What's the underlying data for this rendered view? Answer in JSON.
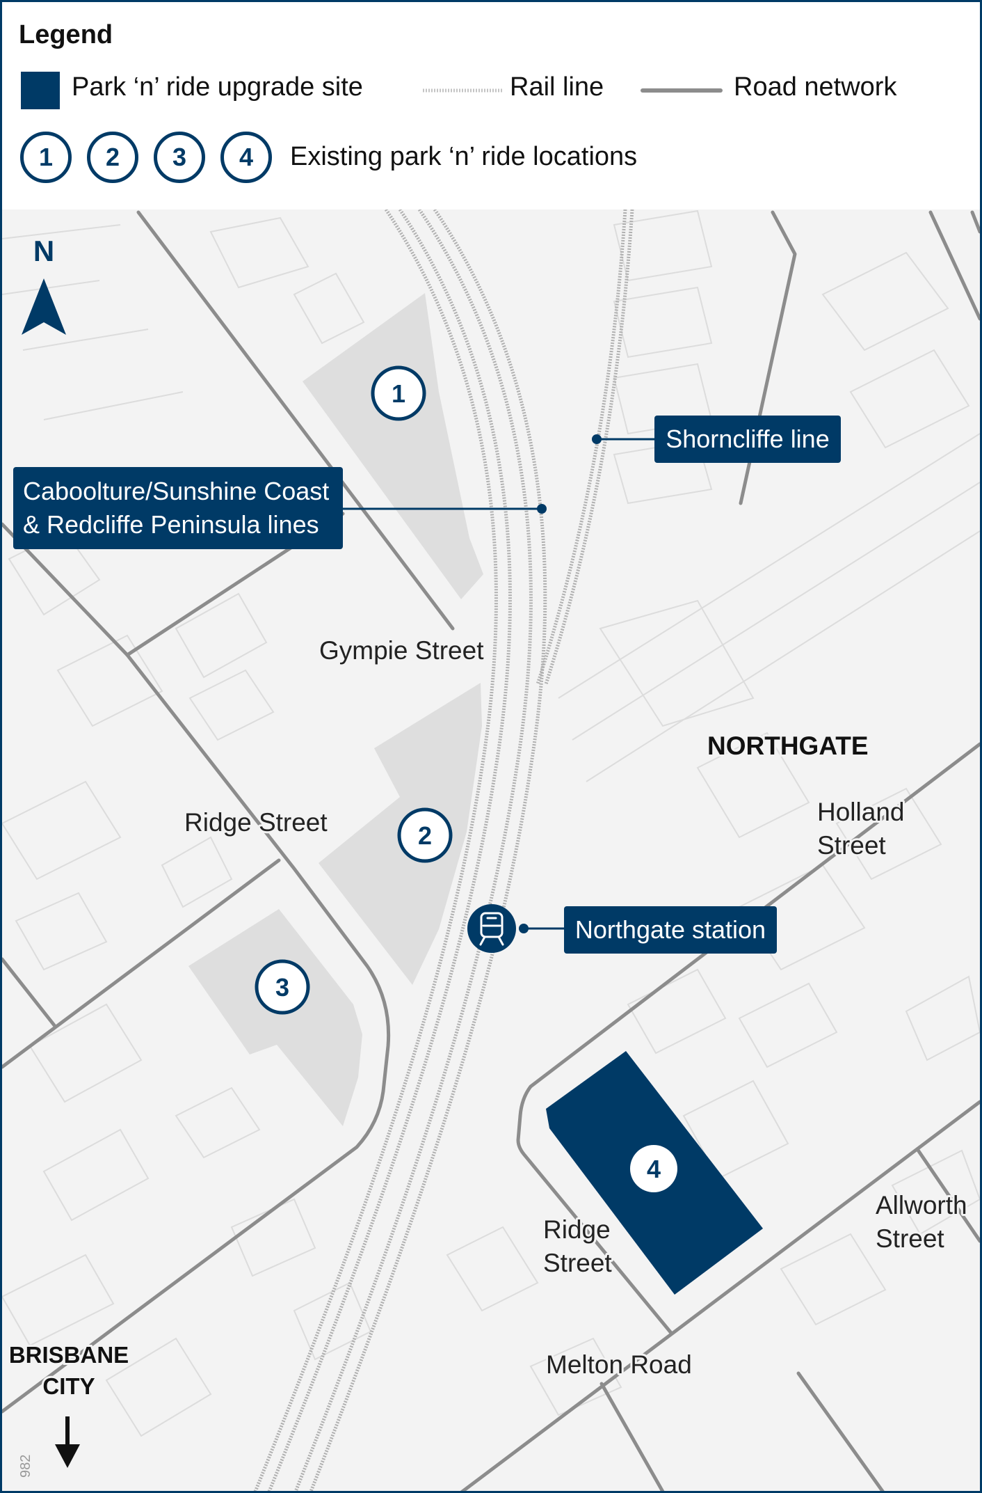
{
  "legend": {
    "title": "Legend",
    "upgrade_site_label": "Park ‘n’ ride upgrade site",
    "rail_label": "Rail line",
    "road_label": "Road network",
    "existing_numbers": [
      "1",
      "2",
      "3",
      "4"
    ],
    "existing_label": "Existing park ‘n’ ride locations"
  },
  "map": {
    "north_label": "N",
    "sites": [
      "1",
      "2",
      "3",
      "4"
    ],
    "callouts": {
      "shorncliffe": "Shorncliffe line",
      "caboolture_line1": "Caboolture/Sunshine Coast",
      "caboolture_line2": "& Redcliffe Peninsula lines",
      "station": "Northgate station"
    },
    "streets": {
      "gympie": "Gympie Street",
      "ridge_upper": "Ridge Street",
      "ridge_lower_1": "Ridge",
      "ridge_lower_2": "Street",
      "holland_1": "Holland",
      "holland_2": "Street",
      "allworth_1": "Allworth",
      "allworth_2": "Street",
      "melton": "Melton Road"
    },
    "suburb": "NORTHGATE",
    "direction_1": "BRISBANE",
    "direction_2": "CITY",
    "figure_number": "982"
  },
  "colors": {
    "navy": "#003a66",
    "park_grey": "#dedede",
    "road": "#8c8c8c",
    "rail": "#b0b0b0",
    "background": "#f3f3f3"
  }
}
